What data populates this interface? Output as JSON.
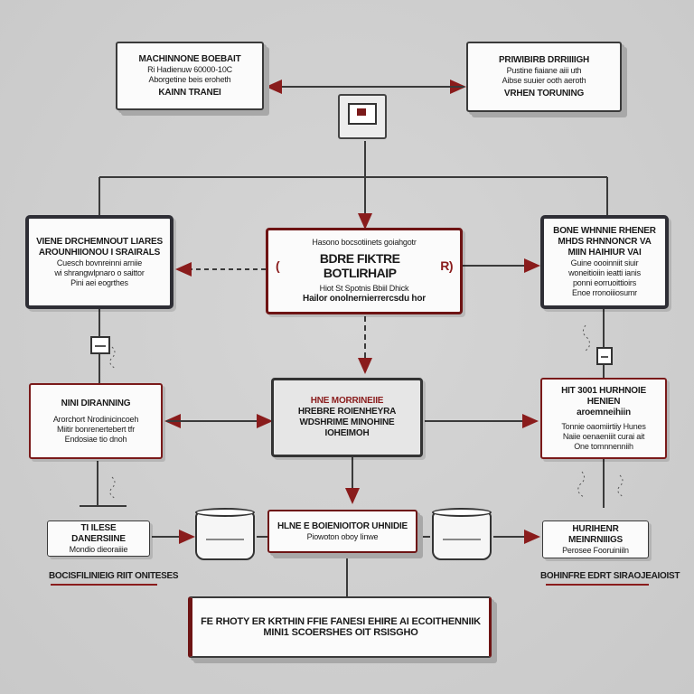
{
  "colors": {
    "accent_red": "#8a1c1c",
    "border_dark": "#2e2e35",
    "background": "#cfcfcf"
  },
  "nodes": {
    "top_left": {
      "lines": [
        "MACHINNONE BOEBAIT",
        "Ri Hadienuw 60000-10C",
        "Aborgetine beis eroheth",
        "KAINN TRANEI"
      ]
    },
    "top_right": {
      "lines": [
        "PRIWIBIRB DRRIIIIGH",
        "Pustine fiaiane aiii uth",
        "Aibse suuier ooth aeroth",
        "VRHEN TORUNING"
      ]
    },
    "mid_left": {
      "lines": [
        "VIENE DRCHEMNOUT LIARES",
        "AROUNHIIONOU I SRAIRALS",
        "Cuesch bovnreinni arniie",
        "wi shrangwlpnaro o saittor",
        "Pini aei eogrthes"
      ]
    },
    "center": {
      "top": "Hasono bocsotiinets goiahgotr",
      "title": "BDRE FIKTRE BOTLIRHAIP",
      "bracket_left": "(",
      "bracket_right": "R)",
      "line1": "Hiot  St  Spotnis  Bbiil Dhick",
      "line2": "Hailor  onolnernierrercsdu hor"
    },
    "mid_right": {
      "lines": [
        "BONE WHNNIE RHENER",
        "MHDS RHNNONCR VA",
        "MIIN HAIHIUR VAI",
        "Guine oooinniit siuir",
        "woneitioiin ieatti ianis",
        "ponni eorruoittioirs",
        "Enoe rronoiiiosumr"
      ]
    },
    "row3_left": {
      "lines": [
        "NINI DIRANNING",
        "Arorchort Nrodinicincoeh",
        "Miitir bonrenertebert tfr",
        "Endosiae tio dnoh"
      ]
    },
    "row3_center": {
      "lines": [
        "HNE MORRINEIIE",
        "HREBRE ROIENHEYRA",
        "WDSHRIME MINOHINE IOHEIMOH"
      ]
    },
    "row3_right": {
      "lines": [
        "HIT 3001 HURHNOIE HENIEN",
        "aroemneihiin",
        "Tonnie oaomiirtiiy Hunes",
        "Naiie oenaeniiit curai ait",
        "One tomnnenniih"
      ]
    },
    "row4_left": {
      "lines": [
        "TI ILESE DANERSIINE",
        "Mondio dieoraiiie"
      ]
    },
    "row4_center": {
      "lines": [
        "HLNE E BOIENIOITOR UHNIDIE",
        "Piowoton oboy Iinwe"
      ]
    },
    "row4_right": {
      "lines": [
        "HURIHENR MEINRNIIIGS",
        "Perosee Fooruiniiln"
      ]
    },
    "bottom": {
      "lines": [
        "FE RHOTY ER KRTHIN FFIE FANESI EHIRE AI ECOITHENNIIK",
        "MINI1 SCOERSHES OIT RSISGHO"
      ]
    }
  },
  "captions": {
    "left": "BOCISFILINIEIG RIIT ONITESES",
    "right": "BOHINFRE EDRT SIRAOJEAIOIST"
  }
}
